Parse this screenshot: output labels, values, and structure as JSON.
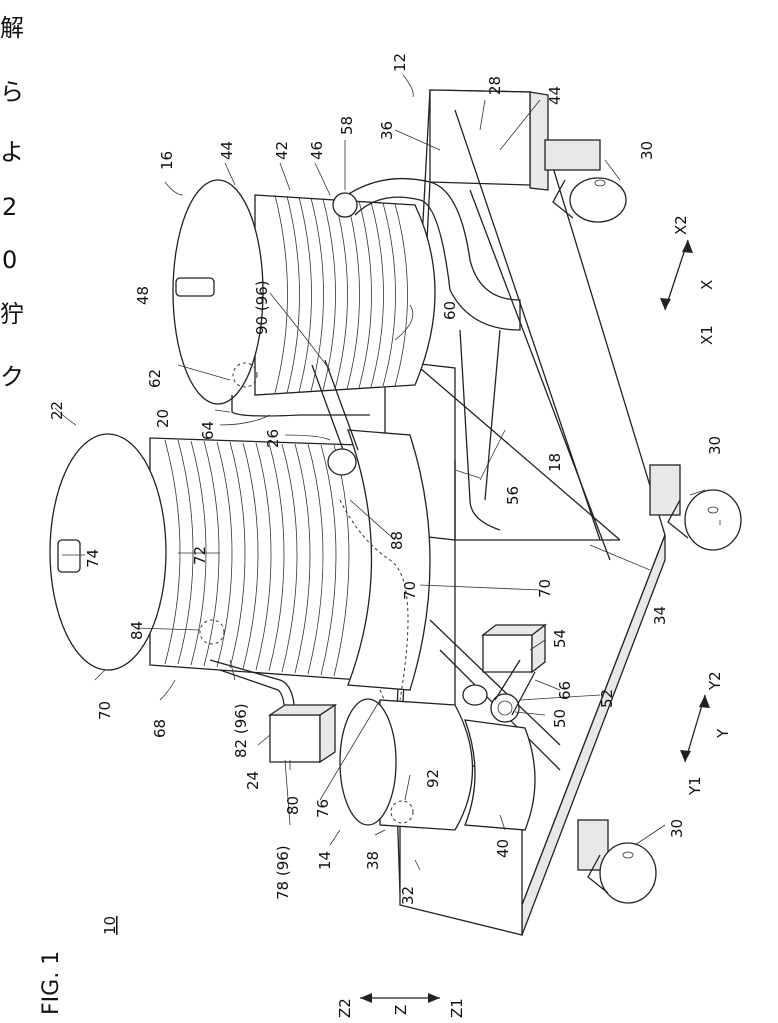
{
  "page_text": {
    "side_chars": [
      "解",
      "ら",
      "よ",
      "2",
      "0",
      "狞",
      "ク"
    ]
  },
  "figure": {
    "title": "FIG. 1",
    "number": "10"
  },
  "labels": {
    "l12": "12",
    "l16": "16",
    "l22": "22",
    "l44a": "44",
    "l42": "42",
    "l46": "46",
    "l58": "58",
    "l44b": "44",
    "l28": "28",
    "l36": "36",
    "l30a": "30",
    "l48": "48",
    "l90": "90 (96)",
    "l60": "60",
    "l62": "62",
    "l20": "20",
    "l64": "64",
    "l26": "26",
    "l18": "18",
    "l56": "56",
    "l30b": "30",
    "l72": "72",
    "l74": "74",
    "l88": "88",
    "l70a": "70",
    "l70b": "70",
    "l70c": "70",
    "l84": "84",
    "l34": "34",
    "l54": "54",
    "l66": "66",
    "l52": "52",
    "l50": "50",
    "l68": "68",
    "l82": "82 (96)",
    "l24": "24",
    "l80": "80",
    "l76": "76",
    "l92": "92",
    "l78": "78 (96)",
    "l14": "14",
    "l38": "38",
    "l40": "40",
    "l32": "32",
    "l30c": "30"
  },
  "axes": {
    "x2": "X2",
    "x": "X",
    "x1": "X1",
    "y1": "Y1",
    "y": "Y",
    "y2": "Y2",
    "z2": "Z2",
    "z": "Z",
    "z1": "Z1"
  }
}
